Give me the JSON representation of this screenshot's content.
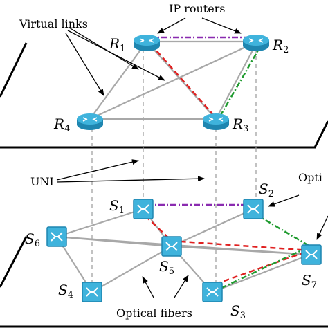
{
  "labels": {
    "ip_routers": "IP routers",
    "virtual_links": "Virtual links",
    "uni": "UNI",
    "optical_fibers": "Optical fibers",
    "optical_cut": "Opti"
  },
  "routers": [
    {
      "id": "R1",
      "letter": "R",
      "sub": "1"
    },
    {
      "id": "R2",
      "letter": "R",
      "sub": "2"
    },
    {
      "id": "R3",
      "letter": "R",
      "sub": "3"
    },
    {
      "id": "R4",
      "letter": "R",
      "sub": "4"
    }
  ],
  "switches": [
    {
      "id": "S1",
      "letter": "S",
      "sub": "1"
    },
    {
      "id": "S2",
      "letter": "S",
      "sub": "2"
    },
    {
      "id": "S3",
      "letter": "S",
      "sub": "3"
    },
    {
      "id": "S4",
      "letter": "S",
      "sub": "4"
    },
    {
      "id": "S5",
      "letter": "S",
      "sub": "5"
    },
    {
      "id": "S6",
      "letter": "S",
      "sub": "6"
    },
    {
      "id": "S7",
      "letter": "S",
      "sub": "7"
    }
  ],
  "colors": {
    "device_fill": "#3fb3dc",
    "device_dark": "#1f86b0",
    "link_gray": "#a8a8a8",
    "path_purple": "#8a2bb0",
    "path_red": "#e02020",
    "path_green": "#1e9a2e",
    "plane_line": "#000000"
  }
}
